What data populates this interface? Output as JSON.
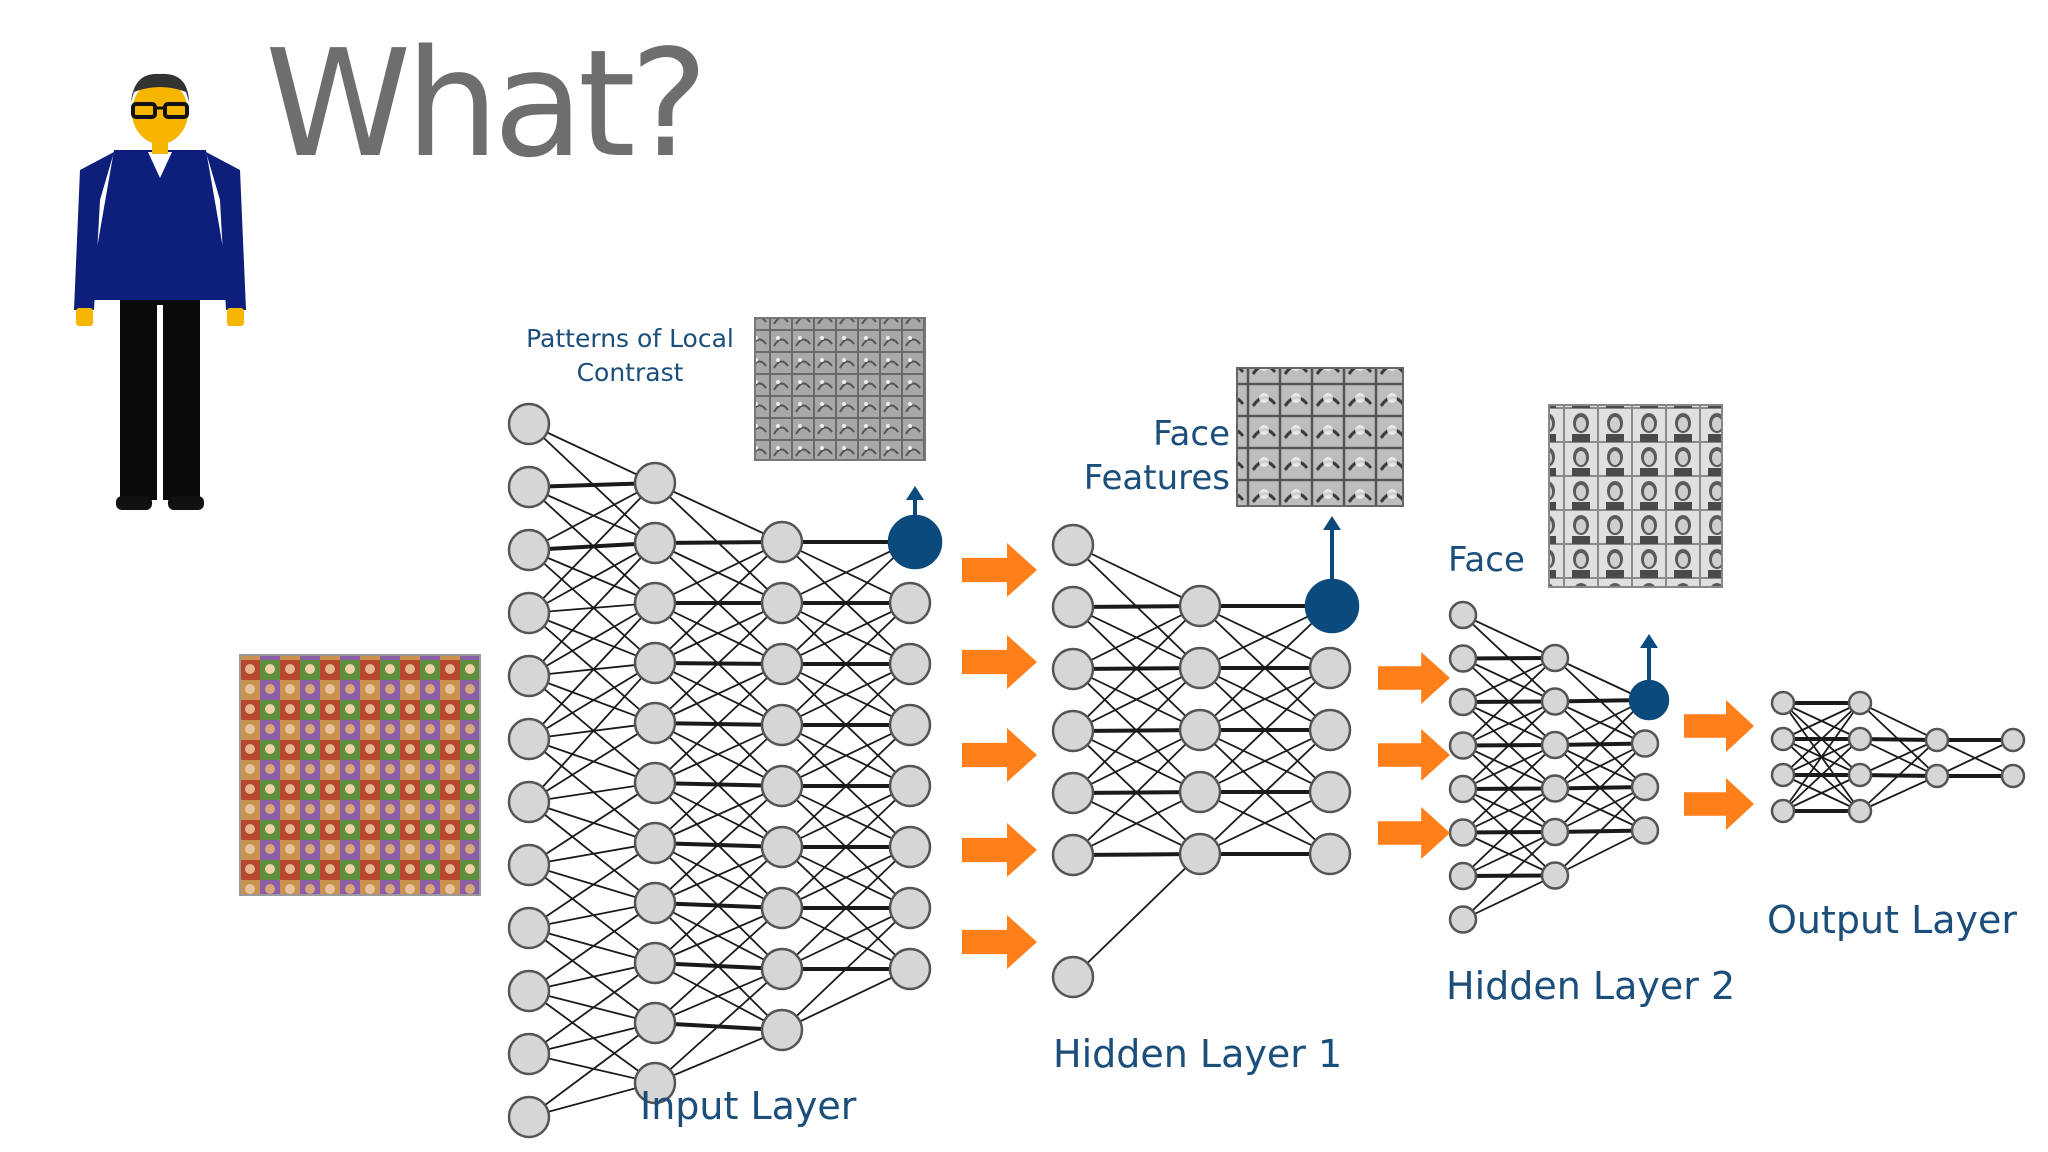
{
  "slide": {
    "title": "What?"
  },
  "labels": {
    "patterns": "Patterns of Local Contrast",
    "face_features": "Face Features",
    "face": "Face",
    "input_layer": "Input Layer",
    "hidden_layer_1": "Hidden Layer 1",
    "hidden_layer_2": "Hidden Layer 2",
    "output_layer": "Output Layer"
  },
  "colors": {
    "label_blue": "#1b4e7a",
    "node_fill": "#d6d6d6",
    "highlight_node": "#0b4a7d",
    "arrow_orange": "#ff7f1a",
    "title_gray": "#6e6e6e"
  },
  "icons": {
    "presenter": "presenter-figure-icon",
    "arrow": "orange-arrow-icon"
  }
}
